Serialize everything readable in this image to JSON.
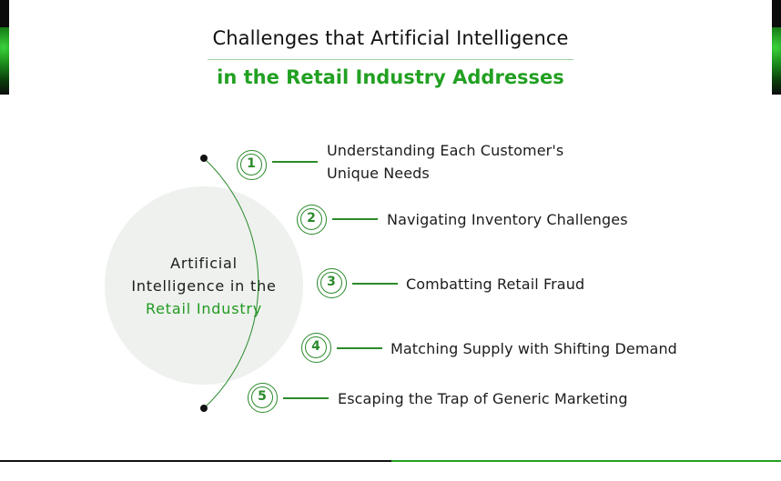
{
  "title": {
    "line1": "Challenges that Artificial Intelligence",
    "line2": "in the Retail Industry Addresses"
  },
  "hub": {
    "line1": "Artificial",
    "line2": "Intelligence in the",
    "line3": "Retail Industry"
  },
  "steps": [
    {
      "number": "1",
      "label_line1": "Understanding Each Customer's",
      "label_line2": "Unique Needs"
    },
    {
      "number": "2",
      "label_line1": "Navigating Inventory Challenges",
      "label_line2": ""
    },
    {
      "number": "3",
      "label_line1": "Combatting Retail Fraud",
      "label_line2": ""
    },
    {
      "number": "4",
      "label_line1": "Matching Supply with Shifting Demand",
      "label_line2": ""
    },
    {
      "number": "5",
      "label_line1": "Escaping the Trap of Generic Marketing",
      "label_line2": ""
    }
  ],
  "colors": {
    "accent_green": "#22a022",
    "line_green": "#2a8a2a",
    "hub_background": "#eef1ee",
    "text_dark": "#1c1c1c"
  }
}
